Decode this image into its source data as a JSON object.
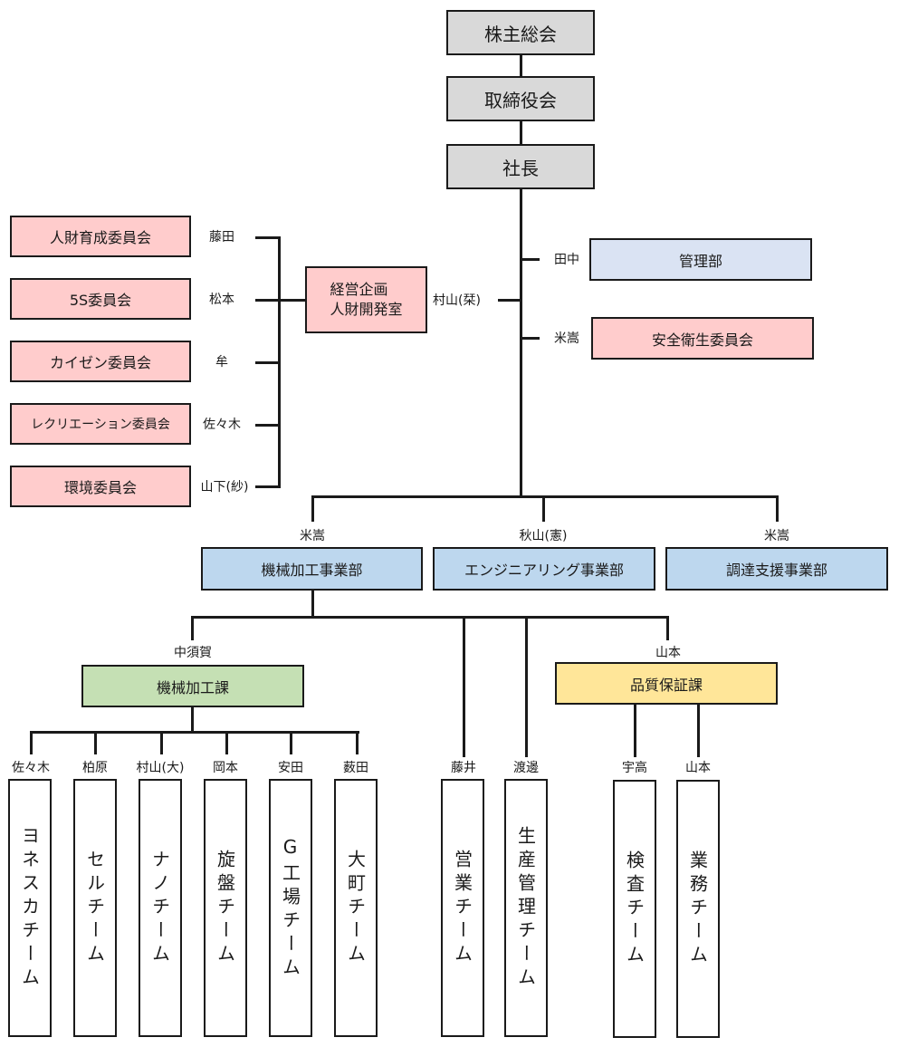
{
  "top": {
    "shareholders": "株主総会",
    "board": "取締役会",
    "president": "社長"
  },
  "management_office": {
    "label_line1": "経営企画",
    "label_line2": "人財開発室",
    "head": "村山(栞)"
  },
  "committees": [
    {
      "name": "人財育成委員会",
      "head": "藤田"
    },
    {
      "name": "5S委員会",
      "head": "松本"
    },
    {
      "name": "カイゼン委員会",
      "head": "牟"
    },
    {
      "name": "レクリエーション委員会",
      "head": "佐々木"
    },
    {
      "name": "環境委員会",
      "head": "山下(紗)"
    }
  ],
  "staff": [
    {
      "name": "管理部",
      "head": "田中",
      "color": "#dae3f3"
    },
    {
      "name": "安全衛生委員会",
      "head": "米嵩",
      "color": "#ffcccc"
    }
  ],
  "divisions": [
    {
      "name": "機械加工事業部",
      "head": "米嵩"
    },
    {
      "name": "エンジニアリング事業部",
      "head": "秋山(憲)"
    },
    {
      "name": "調達支援事業部",
      "head": "米嵩"
    }
  ],
  "sections": [
    {
      "name": "機械加工課",
      "head": "中須賀",
      "color": "#c5e0b4"
    },
    {
      "name": "品質保証課",
      "head": "山本",
      "color": "#ffe699"
    }
  ],
  "teams": [
    {
      "name": "ヨネスカチーム",
      "head": "佐々木"
    },
    {
      "name": "セルチーム",
      "head": "柏原"
    },
    {
      "name": "ナノチーム",
      "head": "村山(大)"
    },
    {
      "name": "旋盤チーム",
      "head": "岡本"
    },
    {
      "name": "G工場チーム",
      "head": "安田"
    },
    {
      "name": "大町チーム",
      "head": "薮田"
    },
    {
      "name": "営業チーム",
      "head": "藤井"
    },
    {
      "name": "生産管理チーム",
      "head": "渡邊"
    },
    {
      "name": "検査チーム",
      "head": "宇高"
    },
    {
      "name": "業務チーム",
      "head": "山本"
    }
  ],
  "colors": {
    "executive": "#d9d9d9",
    "committee": "#ffcccc",
    "division": "#bdd7ee",
    "line": "#1a1a1a"
  }
}
